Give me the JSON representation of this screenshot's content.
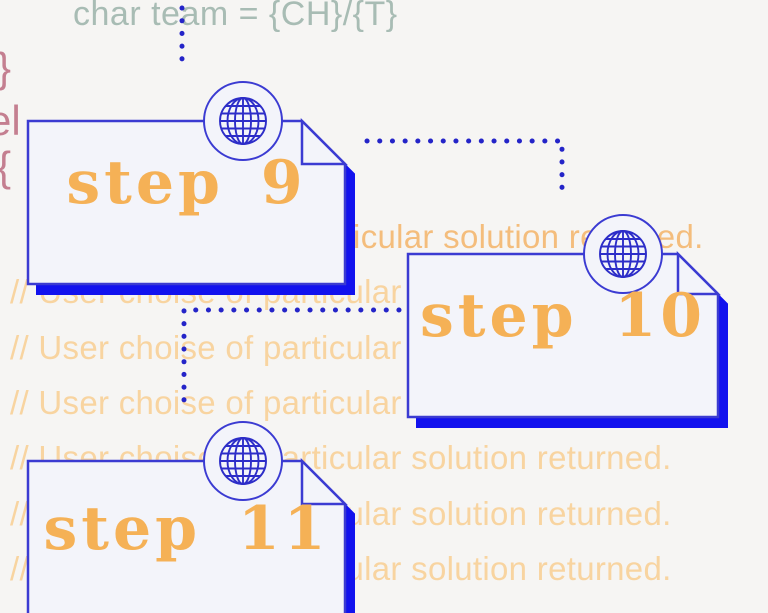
{
  "figure": {
    "type": "step-flow-diagram",
    "connector_style": "dotted"
  },
  "cards": [
    {
      "id": "step-9",
      "label": "step 9",
      "icon": "globe-icon"
    },
    {
      "id": "step-10",
      "label": "step 10",
      "icon": "globe-icon"
    },
    {
      "id": "step-11",
      "label": "step 11",
      "icon": "globe-icon"
    }
  ],
  "background_code": {
    "top_line": "char team = {CH}/{T}",
    "left_fragments": [
      {
        "text": "}"
      },
      {
        "text": "el"
      },
      {
        "text": "{"
      }
    ],
    "repeated_line": {
      "text": "// User choise of particular solution returned.",
      "count": 7
    }
  },
  "colors": {
    "accent_blue": "#3b3bd2",
    "shadow_blue": "#1212ee",
    "globe_blue": "#2d2dc8",
    "dot_blue": "#2424c8",
    "orange": "#f5b156",
    "bg_text": "#f8d4a0",
    "bg_text_strong": "#f4bd7c",
    "code_green": "#a8bcb4",
    "code_pink": "#c47f90",
    "card_fill": "#f3f4fa",
    "page_bg": "#f6f5f3"
  }
}
